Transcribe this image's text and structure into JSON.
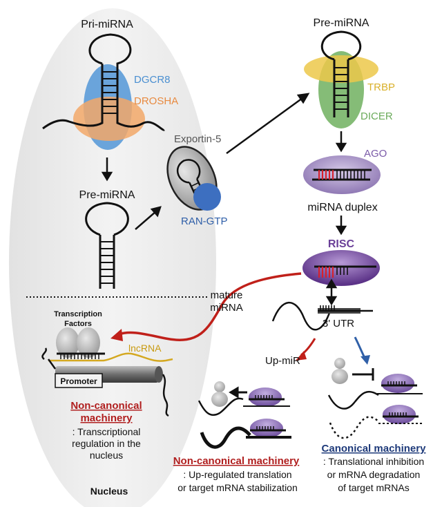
{
  "labels": {
    "pri_mirna": "Pri-miRNA",
    "dgcr8": "DGCR8",
    "drosha": "DROSHA",
    "pre_mirna_nucleus": "Pre-miRNA",
    "exportin5": "Exportin-5",
    "ran_gtp": "RAN-GTP",
    "pre_mirna_cyto": "Pre-miRNA",
    "trbp": "TRBP",
    "dicer": "DICER",
    "ago": "AGO",
    "mirna_duplex": "miRNA duplex",
    "risc": "RISC",
    "utr": "3' UTR",
    "mature_mirna_1": "mature",
    "mature_mirna_2": "miRNA",
    "tf_1": "Transcription",
    "tf_2": "Factors",
    "lncrna": "lncRNA",
    "promoter": "Promoter",
    "up_mir": "Up-miR",
    "nucleus": "Nucleus"
  },
  "captions": {
    "noncanonical_nuclear": {
      "title_1": "Non-canonical",
      "title_2": "machinery",
      "line_1": ": Transcriptional",
      "line_2": "regulation in the",
      "line_3": "nucleus"
    },
    "noncanonical_cyto": {
      "title": "Non-canonical machinery",
      "line_1": ": Up-regulated translation",
      "line_2": "or target mRNA stabilization"
    },
    "canonical": {
      "title": "Canonical machinery",
      "line_1": ": Translational inhibition",
      "line_2": "or mRNA degradation",
      "line_3": "of target mRNAs"
    }
  },
  "colors": {
    "dgcr8": "#4a8fd1",
    "drosha": "#f0a060",
    "trbp": "#e6c23a",
    "dicer": "#6aaa5a",
    "ago": "#8a70b0",
    "risc": "#6a3f98",
    "red_arrow": "#c0201a",
    "blue_arrow": "#3060a8",
    "lncrna": "#d4a820",
    "nucleus_bg": "#ebebeb",
    "title_red": "#b01e1e",
    "title_blue": "#1e3a7a"
  }
}
